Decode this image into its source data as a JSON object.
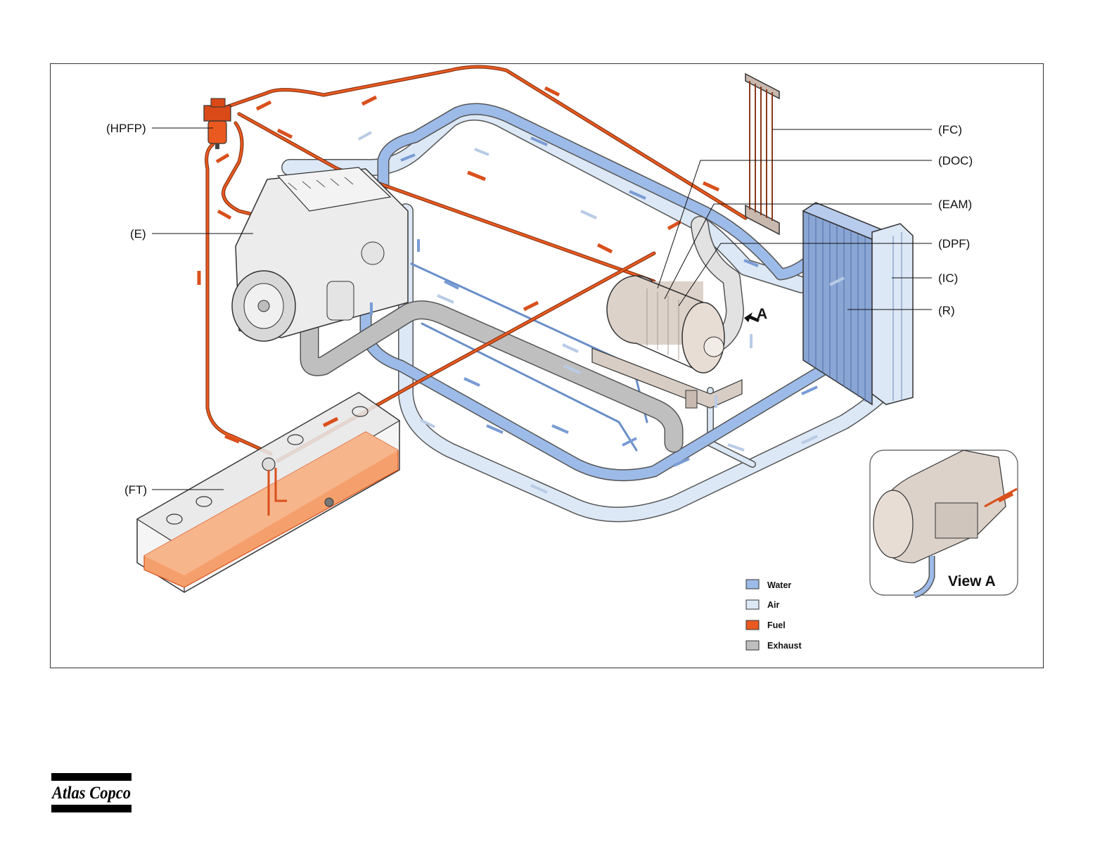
{
  "callouts": {
    "hpfp": "(HPFP)",
    "e": "(E)",
    "ft": "(FT)",
    "fc": "(FC)",
    "doc": "(DOC)",
    "eam": "(EAM)",
    "dpf": "(DPF)",
    "ic": "(IC)",
    "r": "(R)"
  },
  "view_a": {
    "arrow_label": "A",
    "inset_title": "View A"
  },
  "legend": [
    {
      "label": "Water",
      "color": "#9dbbe8"
    },
    {
      "label": "Air",
      "color": "#dce8f6"
    },
    {
      "label": "Fuel",
      "color": "#ea5a20"
    },
    {
      "label": "Exhaust",
      "color": "#bfbfbf"
    }
  ],
  "colors": {
    "water": "#9dbbe8",
    "air": "#dce8f6",
    "fuel": "#ea5a20",
    "exhaust": "#bfbfbf",
    "outline": "#333333"
  },
  "logo": {
    "text": "Atlas Copco"
  }
}
